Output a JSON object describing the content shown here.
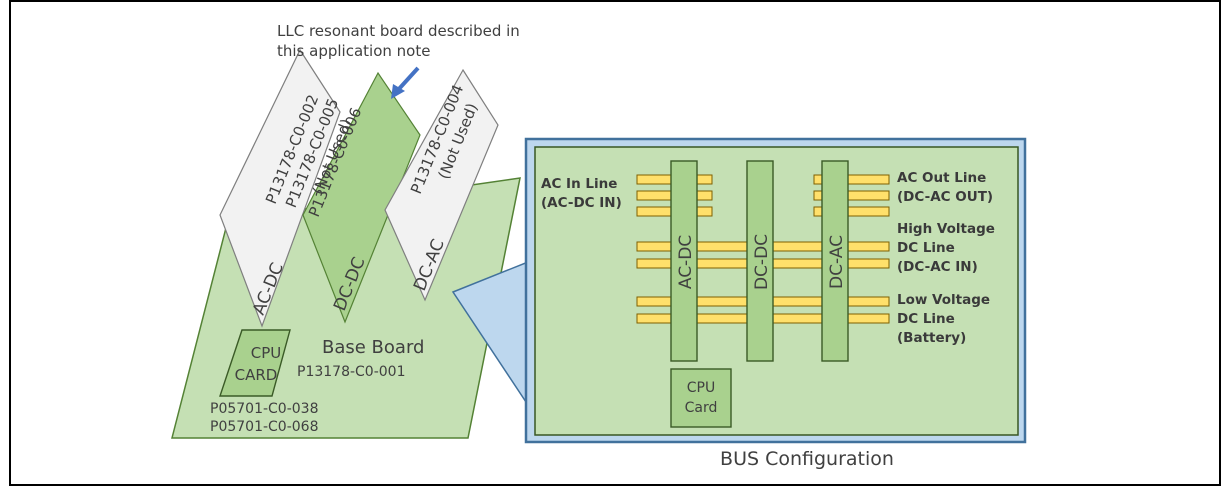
{
  "callout": {
    "line1": "LLC resonant board described in",
    "line2": "this application note"
  },
  "boards": {
    "acdc": {
      "line1": "P13178-C0-002",
      "line2": "P13178-C0-005",
      "line3": "(Not Used)",
      "name": "AC-DC"
    },
    "dcdc": {
      "line1": "P13178-C0-006",
      "name": "DC-DC"
    },
    "dcac": {
      "line1": "P13178-C0-004",
      "line2": "(Not Used)",
      "name": "DC-AC"
    }
  },
  "base": {
    "label": "Base Board",
    "part": "P13178-C0-001",
    "cpu_line1": "CPU",
    "cpu_line2": "CARD",
    "cpu_part1": "P05701-C0-038",
    "cpu_part2": "P05701-C0-068"
  },
  "bus": {
    "title": "BUS Configuration",
    "slot_acdc": "AC-DC",
    "slot_dcdc": "DC-DC",
    "slot_dcac": "DC-AC",
    "cpu_line1": "CPU",
    "cpu_line2": "Card",
    "ac_in_1": "AC In Line",
    "ac_in_2": "(AC-DC IN)",
    "ac_out_1": "AC Out Line",
    "ac_out_2": "(DC-AC OUT)",
    "hv_1": "High Voltage",
    "hv_2": "DC Line",
    "hv_3": "(DC-AC IN)",
    "lv_1": "Low Voltage",
    "lv_2": "DC Line",
    "lv_3": "(Battery)"
  },
  "colors": {
    "green_light": "#c5e0b4",
    "green_mid": "#a9d18e",
    "green_dark": "#548235",
    "board_grey": "#f2f2f2",
    "bus_yellow": "#ffe06b",
    "panel_border": "#41719c",
    "panel_blue": "#bdd7ee",
    "arrow_blue": "#4472c4"
  }
}
